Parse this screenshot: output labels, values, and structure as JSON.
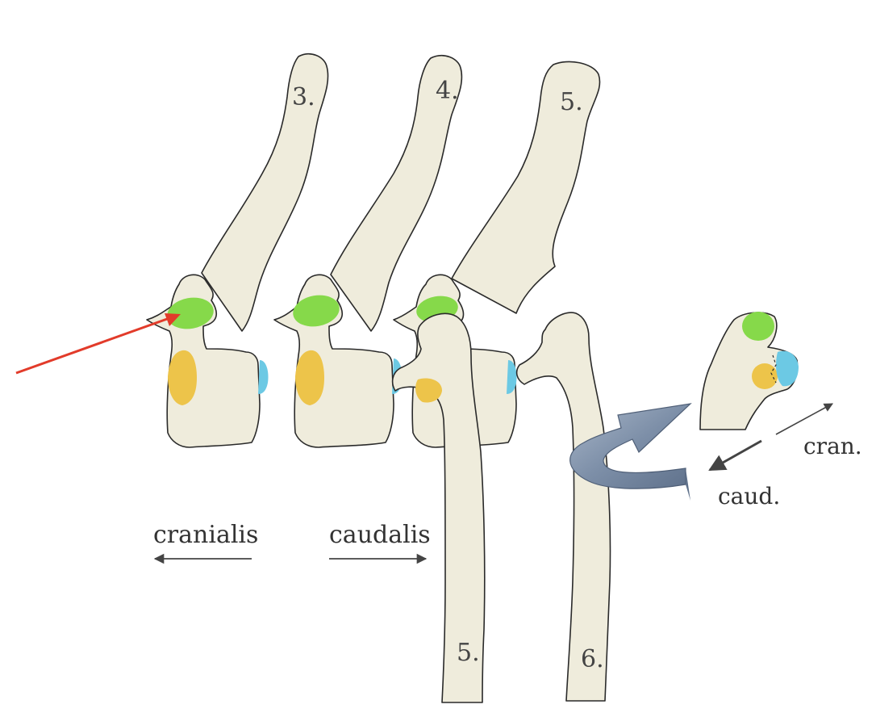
{
  "labels": {
    "vertebra_3": "3.",
    "vertebra_4": "4.",
    "vertebra_5": "5.",
    "rib_5": "5.",
    "rib_6": "6.",
    "cranialis": "cranialis",
    "caudalis": "caudalis",
    "cran": "cran.",
    "caud": "caud."
  },
  "colors": {
    "bone": "#efecdc",
    "outline": "#2a2a2a",
    "fovea_green": "#86d94a",
    "fovea_yellow": "#edc44a",
    "fovea_cyan": "#6cc9e4",
    "pointer_arrow": "#e23b2a",
    "rotation_arrow": "#8b9bb2",
    "text": "#333333"
  },
  "icons": {
    "pointer": "red-pointer-arrow",
    "rotation": "curved-rotation-arrow"
  }
}
